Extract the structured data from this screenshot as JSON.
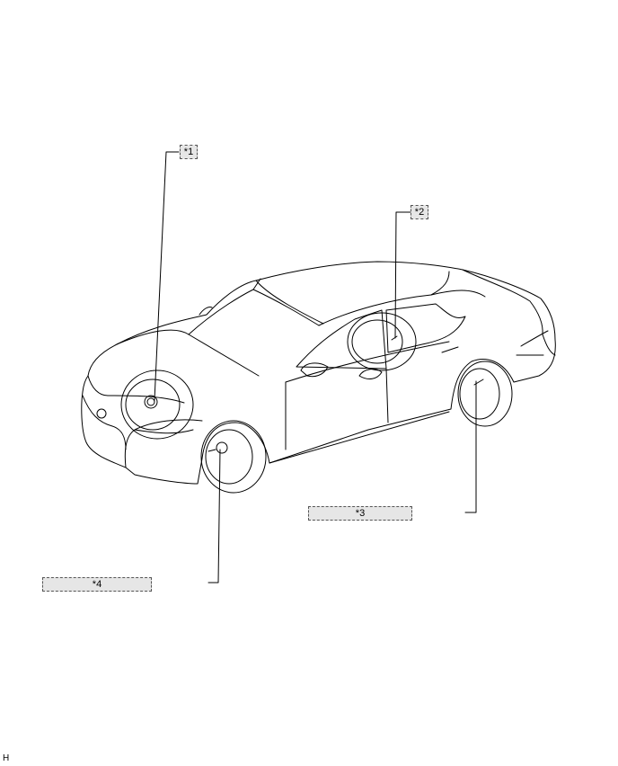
{
  "callouts": {
    "c1": "*1",
    "c2": "*2",
    "c3": "*3",
    "c4": "*4"
  },
  "corner_code": "H"
}
